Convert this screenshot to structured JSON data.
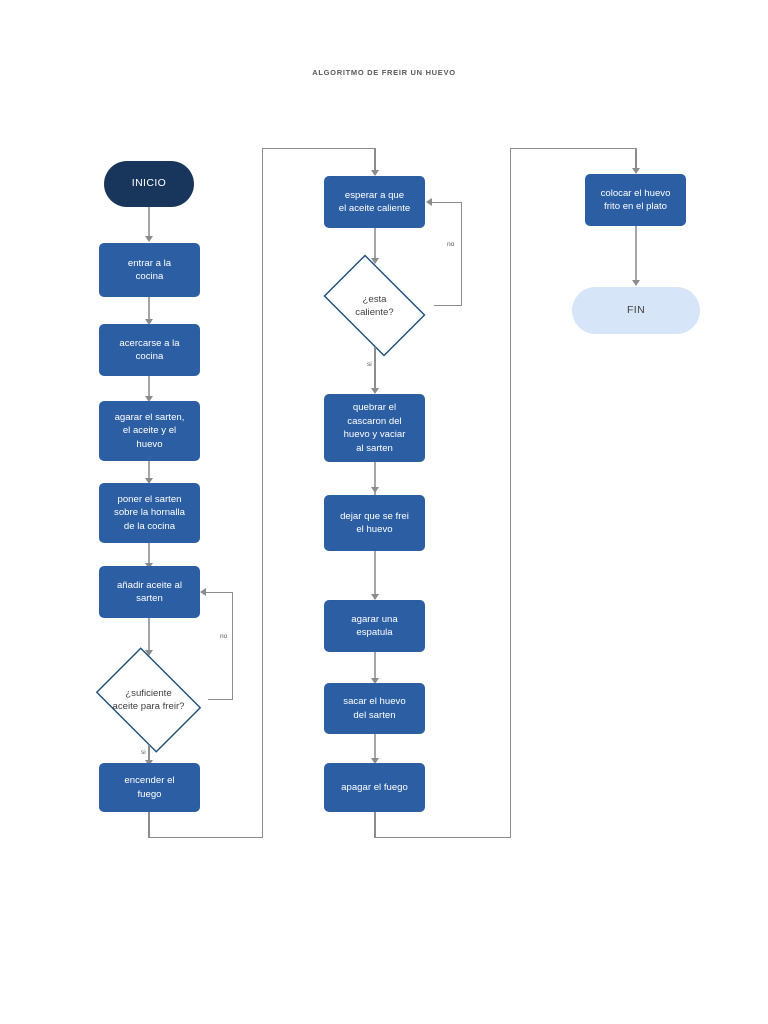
{
  "document": {
    "title": "ALGORITMO DE FREIR UN HUEVO"
  },
  "theme": {
    "process_fill": "#2b5ea3",
    "start_fill": "#18355c",
    "end_fill": "#d6e5f8",
    "decision_border": "#1f4e79",
    "decision_fill": "#ffffff",
    "connector": "#a6a6a6",
    "text_on_fill": "#ffffff",
    "title_color": "#595959"
  },
  "flowchart": {
    "type": "flowchart",
    "columns": [
      {
        "name": "column-1",
        "nodes": [
          {
            "id": "inicio",
            "kind": "terminal-start",
            "label": "INICIO"
          },
          {
            "id": "entrar",
            "kind": "process",
            "label": "entrar a la\ncocina"
          },
          {
            "id": "acercarse",
            "kind": "process",
            "label": "acercarse a la\ncocina"
          },
          {
            "id": "agarar",
            "kind": "process",
            "label": "agarar el sarten,\nel aceite y el\nhuevo"
          },
          {
            "id": "poner",
            "kind": "process",
            "label": "poner el sarten\nsobre la hornalla\nde la cocina"
          },
          {
            "id": "anadir",
            "kind": "process",
            "label": "añadir aceite al\nsarten"
          },
          {
            "id": "suficiente",
            "kind": "decision",
            "label": "¿suficiente\naceite para freir?"
          },
          {
            "id": "encender",
            "kind": "process",
            "label": "encender el\nfuego"
          }
        ]
      },
      {
        "name": "column-2",
        "nodes": [
          {
            "id": "esperar",
            "kind": "process",
            "label": "esperar a  que\nel aceite caliente"
          },
          {
            "id": "caliente",
            "kind": "decision",
            "label": "¿esta\ncaliente?"
          },
          {
            "id": "quebrar",
            "kind": "process",
            "label": "quebrar el\ncascaron del\nhuevo y vaciar\nal sarten"
          },
          {
            "id": "dejar",
            "kind": "process",
            "label": "dejar que se frei\nel huevo"
          },
          {
            "id": "espatula",
            "kind": "process",
            "label": "agarar una\nespatula"
          },
          {
            "id": "sacar",
            "kind": "process",
            "label": "sacar el huevo\ndel sarten"
          },
          {
            "id": "apagar",
            "kind": "process",
            "label": "apagar el fuego"
          }
        ]
      },
      {
        "name": "column-3",
        "nodes": [
          {
            "id": "colocar",
            "kind": "process",
            "label": "colocar el huevo\nfrito en el plato"
          },
          {
            "id": "fin",
            "kind": "terminal-end",
            "label": "FIN"
          }
        ]
      }
    ],
    "edge_labels": {
      "suficiente_no": "no",
      "suficiente_si": "si",
      "caliente_no": "no",
      "caliente_si": "si"
    }
  }
}
